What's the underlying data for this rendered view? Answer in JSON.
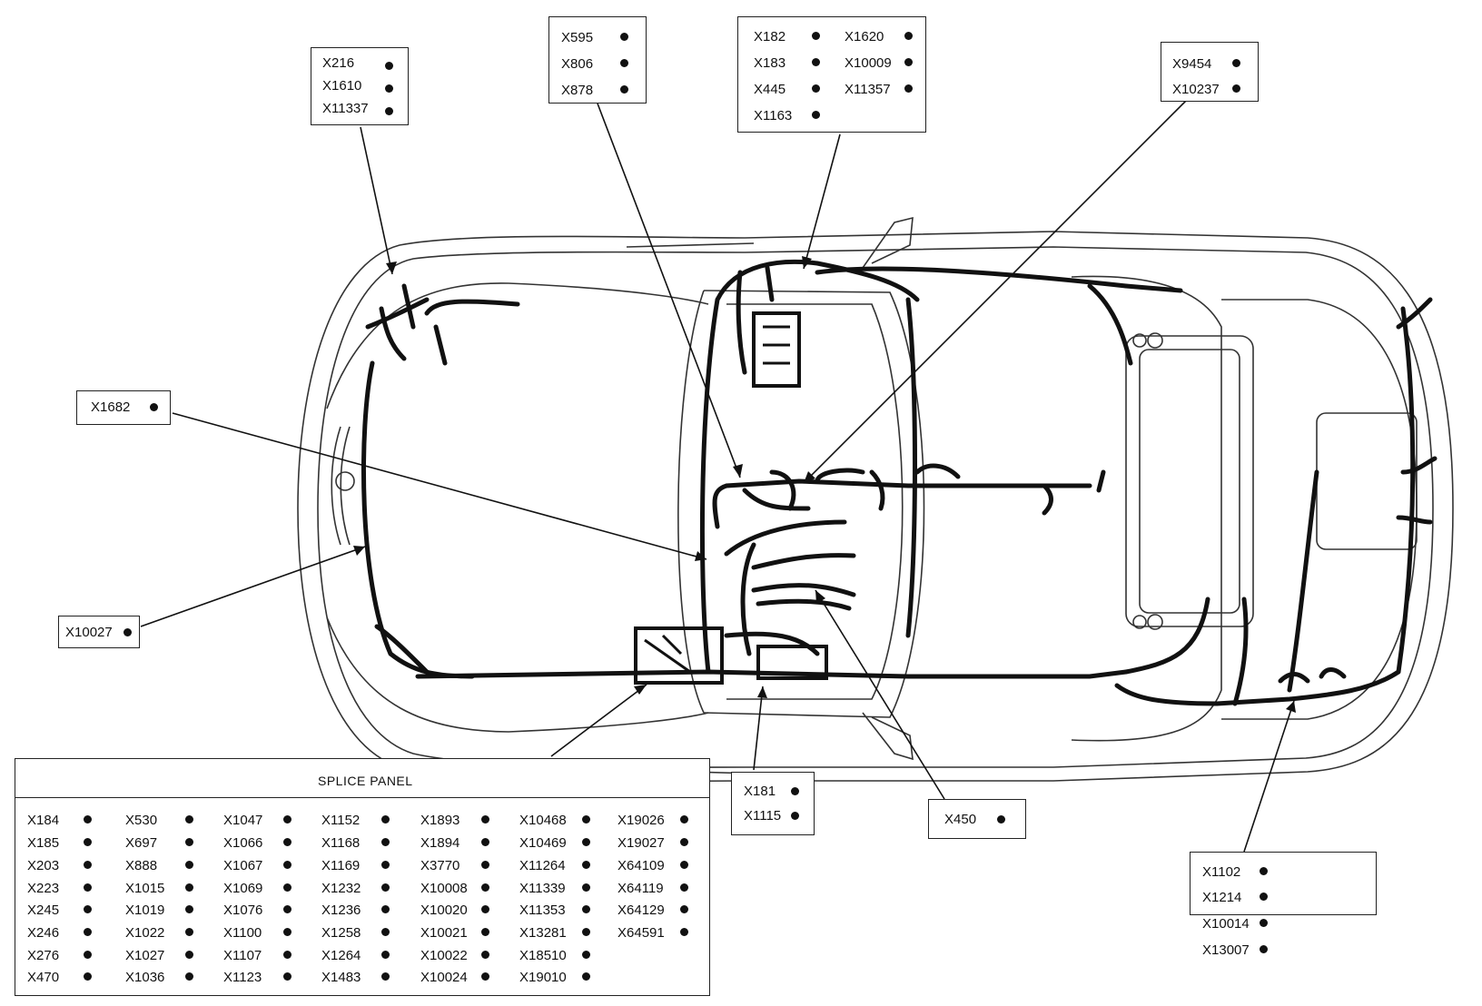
{
  "callouts": [
    {
      "id": "c216",
      "items": [
        "X216",
        "X1610",
        "X11337"
      ]
    },
    {
      "id": "c595",
      "items": [
        "X595",
        "X806",
        "X878"
      ]
    },
    {
      "id": "c182",
      "items": [
        "X182",
        "X183",
        "X445",
        "X1163",
        "X1620",
        "X10009",
        "X11357"
      ]
    },
    {
      "id": "c9454",
      "items": [
        "X9454",
        "X10237"
      ]
    },
    {
      "id": "c1682",
      "items": [
        "X1682"
      ]
    },
    {
      "id": "c10027",
      "items": [
        "X10027"
      ]
    },
    {
      "id": "c181",
      "items": [
        "X181",
        "X1115"
      ]
    },
    {
      "id": "c450",
      "items": [
        "X450"
      ]
    },
    {
      "id": "c1102",
      "items": [
        "X1102",
        "X1214",
        "X10014",
        "X13007"
      ]
    }
  ],
  "splice_panel": {
    "title": "SPLICE PANEL",
    "columns": [
      [
        "X184",
        "X185",
        "X203",
        "X223",
        "X245",
        "X246",
        "X276",
        "X470"
      ],
      [
        "X530",
        "X697",
        "X888",
        "X1015",
        "X1019",
        "X1022",
        "X1027",
        "X1036"
      ],
      [
        "X1047",
        "X1066",
        "X1067",
        "X1069",
        "X1076",
        "X1100",
        "X1107",
        "X1123"
      ],
      [
        "X1152",
        "X1168",
        "X1169",
        "X1232",
        "X1236",
        "X1258",
        "X1264",
        "X1483"
      ],
      [
        "X1893",
        "X1894",
        "X3770",
        "X10008",
        "X10020",
        "X10021",
        "X10022",
        "X10024"
      ],
      [
        "X10468",
        "X10469",
        "X11264",
        "X11339",
        "X11353",
        "X13281",
        "X18510",
        "X19010"
      ],
      [
        "X19026",
        "X19027",
        "X64109",
        "X64119",
        "X64129",
        "X64591"
      ]
    ]
  }
}
